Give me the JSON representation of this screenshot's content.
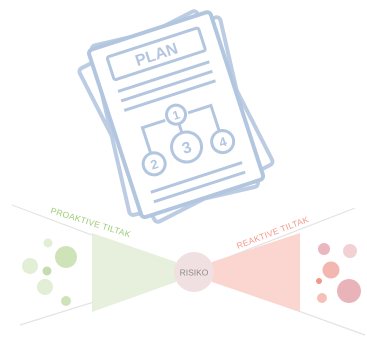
{
  "document": {
    "title": "PLAN",
    "node_labels": [
      "1",
      "2",
      "3",
      "4"
    ]
  },
  "bowtie": {
    "left_label": "PROAKTIVE TILTAK",
    "right_label": "REAKTIVE TILTAK",
    "center_label": "RISIKO"
  },
  "colors": {
    "doc_stroke": "#b8c9e0",
    "proactive": "#cfe3b8",
    "proactive_text": "#9ccc76",
    "reactive": "#f6b5ad",
    "reactive_text": "#f4968a",
    "center": "#f1e0e2"
  }
}
